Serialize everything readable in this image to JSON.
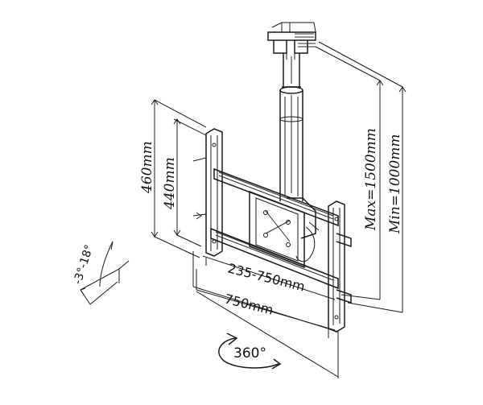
{
  "dimensions": {
    "max_height": "Max=1500mm",
    "min_height": "Min=1000mm",
    "outer_height": "460mm",
    "inner_height": "440mm",
    "vesa_range": "235-750mm",
    "total_width": "750mm",
    "rotation": "360°",
    "tilt": "-3°-18°"
  }
}
